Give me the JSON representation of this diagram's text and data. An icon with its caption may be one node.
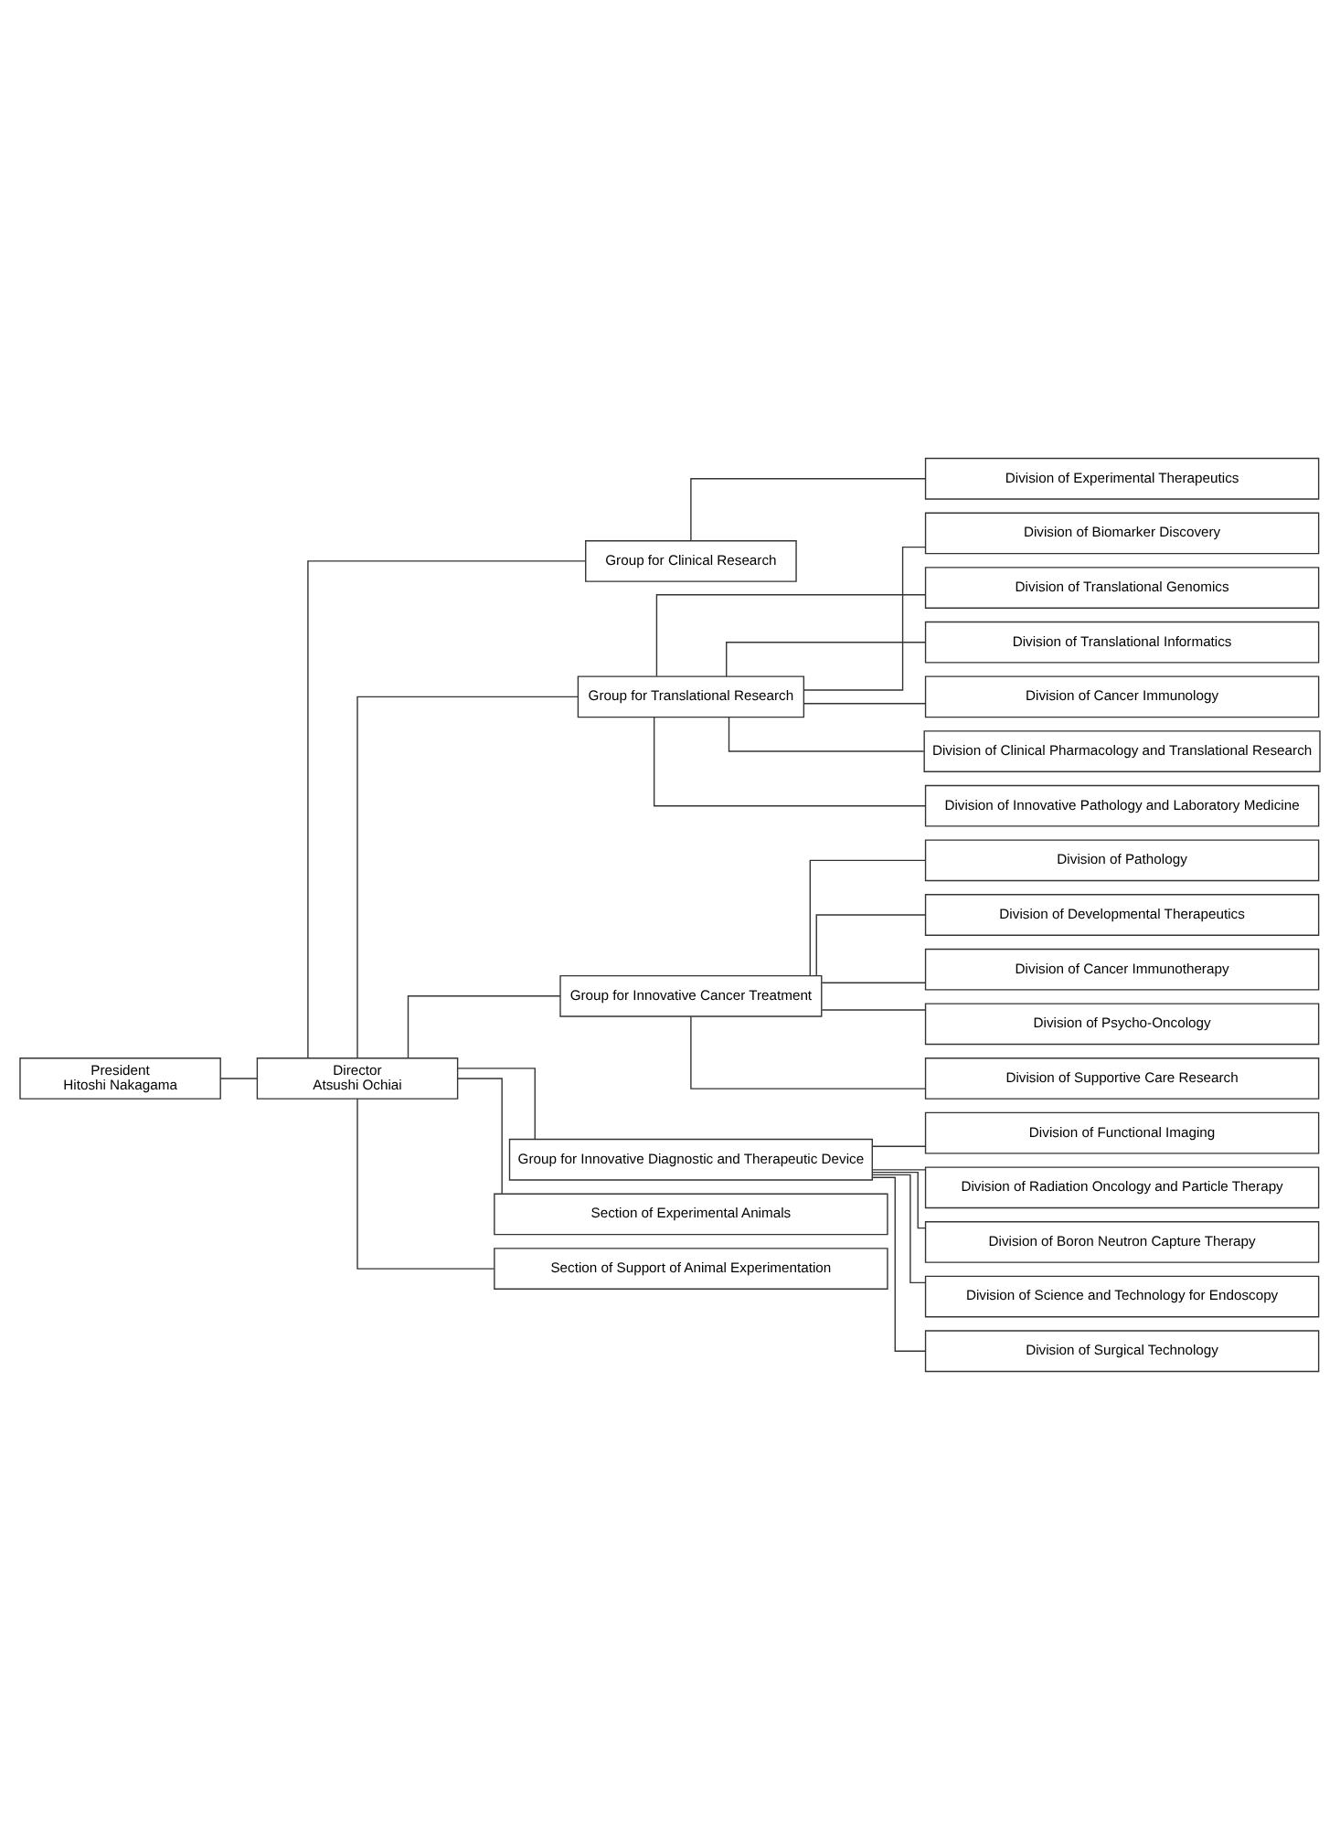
{
  "diagram": {
    "nodes": [
      {
        "text": [
          "President",
          "Hitoshi Nakagama"
        ]
      },
      {
        "text": [
          "Director",
          "Atsushi Ochiai"
        ]
      },
      {
        "text": [
          "Group for Clinical Research"
        ]
      },
      {
        "text": [
          "Division of Experimental Therapeutics"
        ]
      },
      {
        "text": [
          "Group for Translational Research"
        ]
      },
      {
        "text": [
          "Division of Biomarker Discovery"
        ]
      },
      {
        "text": [
          "Division of Translational Genomics"
        ]
      },
      {
        "text": [
          "Division of Translational Informatics"
        ]
      },
      {
        "text": [
          "Division of Cancer Immunology"
        ]
      },
      {
        "text": [
          "Division of Clinical Pharmacology and Translational Research"
        ]
      },
      {
        "text": [
          "Division of Innovative Pathology and Laboratory Medicine"
        ]
      },
      {
        "text": [
          "Group for Innovative Cancer Treatment"
        ]
      },
      {
        "text": [
          "Division of Pathology"
        ]
      },
      {
        "text": [
          "Division of Developmental Therapeutics"
        ]
      },
      {
        "text": [
          "Division of Cancer Immunotherapy"
        ]
      },
      {
        "text": [
          "Division of Psycho-Oncology"
        ]
      },
      {
        "text": [
          "Division of Supportive Care Research"
        ]
      },
      {
        "text": [
          "Group for Innovative Diagnostic and Therapeutic Device"
        ]
      },
      {
        "text": [
          "Division of Functional Imaging"
        ]
      },
      {
        "text": [
          "Division of Radiation Oncology and Particle Therapy"
        ]
      },
      {
        "text": [
          "Division of Boron Neutron Capture Therapy"
        ]
      },
      {
        "text": [
          "Division of Science and Technology for Endoscopy"
        ]
      },
      {
        "text": [
          "Division of Surgical Technology"
        ]
      },
      {
        "text": [
          "Section of Experimental Animals"
        ]
      },
      {
        "text": [
          "Section of Support of Animal Experimentation"
        ]
      }
    ],
    "edges": [
      {
        "from": 0,
        "to": 1,
        "arrow": "none"
      },
      {
        "from": 1,
        "to": 2,
        "arrow": "none"
      },
      {
        "from": 1,
        "to": 4,
        "arrow": "none"
      },
      {
        "from": 1,
        "to": 11,
        "arrow": "none"
      },
      {
        "from": 1,
        "to": 17,
        "arrow": "none"
      },
      {
        "from": 1,
        "to": 23,
        "arrow": "none"
      },
      {
        "from": 1,
        "to": 24,
        "arrow": "none"
      },
      {
        "from": 2,
        "to": 3,
        "arrow": "none"
      },
      {
        "from": 4,
        "to": 5,
        "arrow": "none"
      },
      {
        "from": 4,
        "to": 6,
        "arrow": "none"
      },
      {
        "from": 4,
        "to": 7,
        "arrow": "none"
      },
      {
        "from": 4,
        "to": 8,
        "arrow": "none"
      },
      {
        "from": 4,
        "to": 9,
        "arrow": "none"
      },
      {
        "from": 4,
        "to": 10,
        "arrow": "none"
      },
      {
        "from": 11,
        "to": 12,
        "arrow": "none"
      },
      {
        "from": 11,
        "to": 13,
        "arrow": "none"
      },
      {
        "from": 11,
        "to": 14,
        "arrow": "none"
      },
      {
        "from": 11,
        "to": 15,
        "arrow": "none"
      },
      {
        "from": 11,
        "to": 16,
        "arrow": "none"
      },
      {
        "from": 17,
        "to": 18,
        "arrow": "none"
      },
      {
        "from": 17,
        "to": 19,
        "arrow": "none"
      },
      {
        "from": 17,
        "to": 20,
        "arrow": "none"
      },
      {
        "from": 17,
        "to": 21,
        "arrow": "none"
      },
      {
        "from": 17,
        "to": 22,
        "arrow": "none"
      }
    ]
  }
}
